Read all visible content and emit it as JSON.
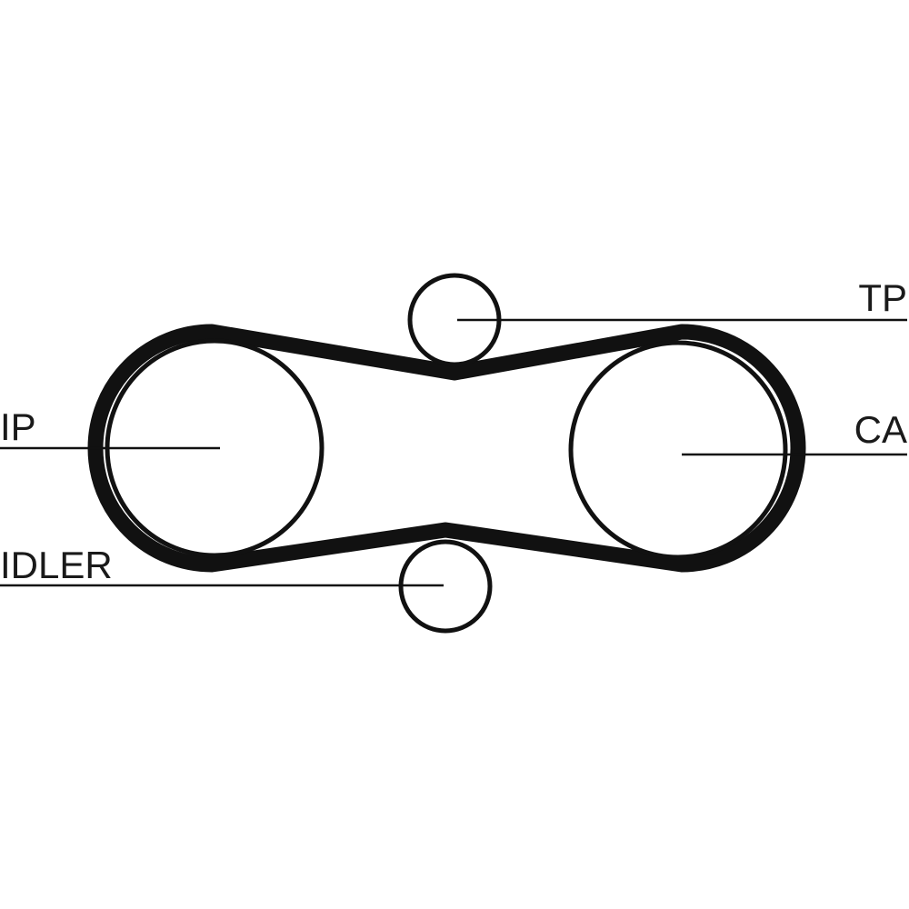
{
  "diagram": {
    "type": "timing-belt-routing",
    "colors": {
      "ink": "#111111",
      "background": "#ffffff"
    },
    "labels": {
      "tp": "TP",
      "ip": "IP",
      "ca": "CA",
      "idler": "IDLER"
    }
  }
}
